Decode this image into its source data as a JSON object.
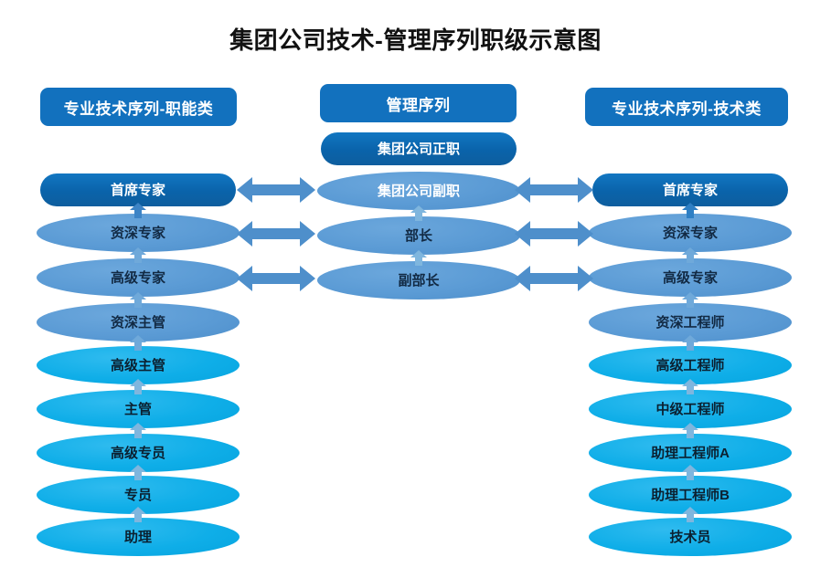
{
  "title": "集团公司技术-管理序列职级示意图",
  "columns": {
    "left": {
      "header": "专业技术序列-职能类",
      "items": [
        {
          "label": "首席专家",
          "tone": "dark",
          "shape": "pill"
        },
        {
          "label": "资深专家",
          "tone": "mid",
          "shape": "ellipse"
        },
        {
          "label": "高级专家",
          "tone": "mid",
          "shape": "ellipse"
        },
        {
          "label": "资深主管",
          "tone": "mid",
          "shape": "ellipse"
        },
        {
          "label": "高级主管",
          "tone": "bright",
          "shape": "ellipse"
        },
        {
          "label": "主管",
          "tone": "bright",
          "shape": "ellipse"
        },
        {
          "label": "高级专员",
          "tone": "bright",
          "shape": "ellipse"
        },
        {
          "label": "专员",
          "tone": "bright",
          "shape": "ellipse"
        },
        {
          "label": "助理",
          "tone": "bright",
          "shape": "ellipse"
        }
      ]
    },
    "middle": {
      "header": "管理序列",
      "items": [
        {
          "label": "集团公司正职",
          "tone": "dark",
          "shape": "pill"
        },
        {
          "label": "集团公司副职",
          "tone": "mid",
          "shape": "ellipse",
          "text": "white"
        },
        {
          "label": "部长",
          "tone": "mid",
          "shape": "ellipse"
        },
        {
          "label": "副部长",
          "tone": "mid",
          "shape": "ellipse"
        }
      ]
    },
    "right": {
      "header": "专业技术序列-技术类",
      "items": [
        {
          "label": "首席专家",
          "tone": "dark",
          "shape": "pill"
        },
        {
          "label": "资深专家",
          "tone": "mid",
          "shape": "ellipse"
        },
        {
          "label": "高级专家",
          "tone": "mid",
          "shape": "ellipse"
        },
        {
          "label": "资深工程师",
          "tone": "mid",
          "shape": "ellipse"
        },
        {
          "label": "高级工程师",
          "tone": "bright",
          "shape": "ellipse"
        },
        {
          "label": "中级工程师",
          "tone": "bright",
          "shape": "ellipse"
        },
        {
          "label": "助理工程师A",
          "tone": "bright",
          "shape": "ellipse"
        },
        {
          "label": "助理工程师B",
          "tone": "bright",
          "shape": "ellipse"
        },
        {
          "label": "技术员",
          "tone": "bright",
          "shape": "ellipse"
        }
      ]
    }
  },
  "connectors": {
    "vertical_arrow_count_left": 8,
    "vertical_arrow_count_middle": 2,
    "vertical_arrow_count_right": 8,
    "horizontal_pairs_left_rows": [
      0,
      1,
      2
    ],
    "horizontal_pairs_right_rows": [
      0,
      1,
      2
    ]
  },
  "colors": {
    "header_bar": "#1271BE",
    "dark_blue": "#0A63AA",
    "mid_blue": "#5B9BD5",
    "bright_blue": "#0FAEE8",
    "arrow_blue": "#4E8FCB",
    "arrow_blue_light": "#8EC0E4",
    "title_text": "#111111"
  }
}
